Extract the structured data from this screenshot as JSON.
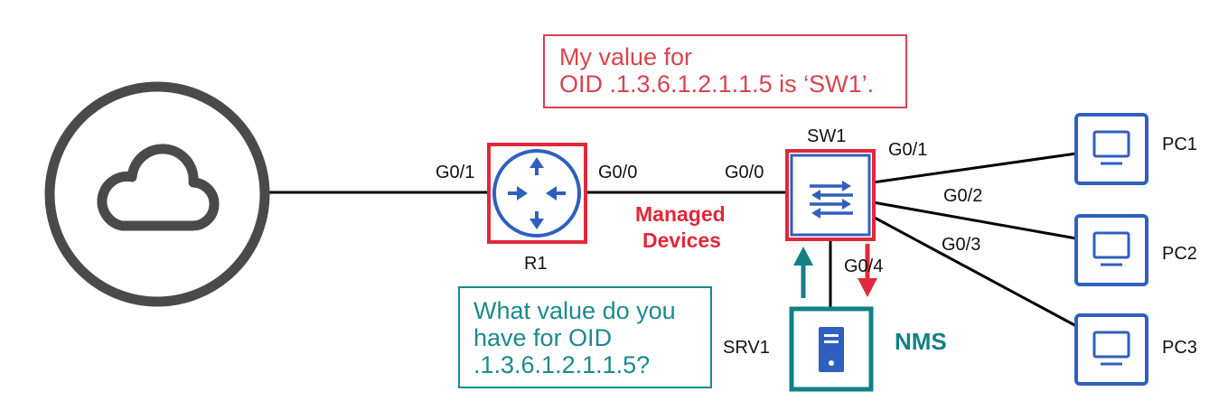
{
  "devices": {
    "router": {
      "label": "R1",
      "managed": true
    },
    "switch": {
      "label": "SW1",
      "managed": true
    },
    "server": {
      "label": "SRV1",
      "role": "NMS"
    },
    "pcs": [
      "PC1",
      "PC2",
      "PC3"
    ],
    "cloud": {
      "icon": "cloud-icon"
    }
  },
  "interfaces": {
    "r1_g01": "G0/1",
    "r1_g00": "G0/0",
    "sw1_g00": "G0/0",
    "sw1_g01": "G0/1",
    "sw1_g02": "G0/2",
    "sw1_g03": "G0/3",
    "sw1_g04": "G0/4"
  },
  "annotations": {
    "managed_line1": "Managed",
    "managed_line2": "Devices",
    "nms": "NMS"
  },
  "callouts": {
    "response": {
      "line1": "My value for",
      "line2": "OID .1.3.6.1.2.1.1.5 is ‘SW1’."
    },
    "query": {
      "line1": "What value do you",
      "line2": "have for OID",
      "line3": ".1.3.6.1.2.1.1.5?"
    }
  },
  "colors": {
    "device_blue": "#2f5fbf",
    "managed_red": "#e0293a",
    "response_red": "#d9434f",
    "nms_teal": "#138086",
    "query_teal": "#1a8a8f",
    "cloud_gray": "#4a4a4a",
    "link": "#000000"
  }
}
